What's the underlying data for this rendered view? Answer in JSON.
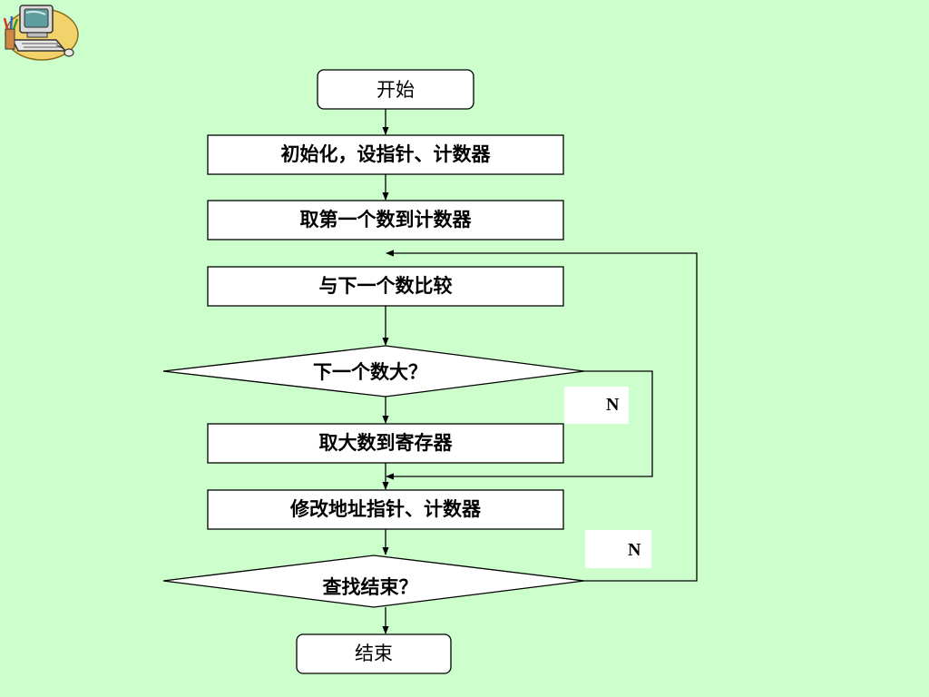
{
  "flowchart": {
    "start": "开始",
    "init": "初始化，设指针、计数器",
    "take_first": "取第一个数到计数器",
    "compare": "与下一个数比较",
    "decision_next_bigger": "下一个数大？",
    "store_larger": "取大数到寄存器",
    "update_pointer": "修改地址指针、计数器",
    "decision_done": "查找结束？",
    "end": "结束",
    "no_label_1": "N",
    "no_label_2": "N"
  },
  "icons": {
    "corner": "computer-clipart-icon"
  },
  "colors": {
    "background": "#ccffcc",
    "box_fill": "#ffffff",
    "line": "#000000"
  }
}
